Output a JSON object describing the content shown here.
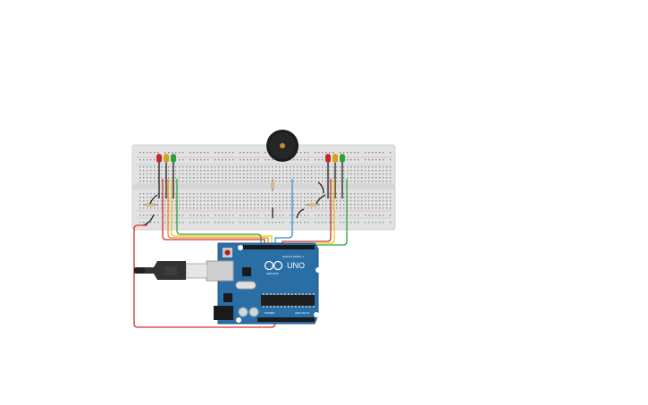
{
  "board": {
    "model_label": "UNO",
    "brand_label": "ARDUINO",
    "digital_header_label": "DIGITAL (PWM ~)",
    "analog_header_label": "ANALOG IN",
    "power_header_label": "POWER"
  },
  "colors": {
    "breadboard": "#e2e2e2",
    "arduino": "#2a6ea6",
    "wire_red": "#d0312d",
    "wire_yellow": "#e8c619",
    "wire_green": "#2ea043",
    "wire_orange": "#ec8a2b",
    "wire_blue": "#2f8fd3",
    "wire_black": "#222222",
    "led_red": "#c62828",
    "led_yellow": "#d4a017",
    "led_green": "#2e9e3a",
    "buzzer": "#1c1c1c",
    "usb_cable": "#333333"
  },
  "components": {
    "leds_left": [
      "red",
      "yellow",
      "green"
    ],
    "leds_right": [
      "red",
      "yellow",
      "green"
    ],
    "resistors": 3,
    "buzzer": 1
  }
}
